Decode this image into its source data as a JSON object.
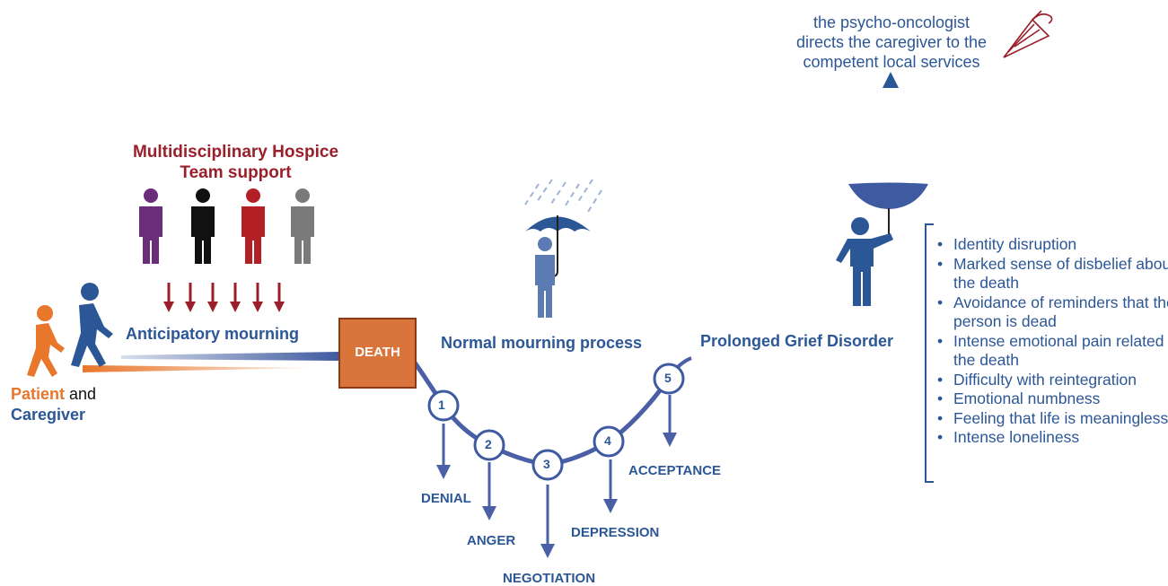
{
  "team_title": "Multidisciplinary Hospice Team support",
  "team_title_line1": "Multidisciplinary Hospice",
  "team_title_line2": "Team support",
  "anticipatory": "Anticipatory mourning",
  "patient": "Patient",
  "and_word": "and",
  "caregiver": "Caregiver",
  "death": "DEATH",
  "normal": "Normal mourning process",
  "prolonged": "Prolonged Grief Disorder",
  "stages": [
    {
      "num": "1",
      "label": "DENIAL"
    },
    {
      "num": "2",
      "label": "ANGER"
    },
    {
      "num": "3",
      "label": "NEGOTIATION"
    },
    {
      "num": "4",
      "label": "DEPRESSION"
    },
    {
      "num": "5",
      "label": "ACCEPTANCE"
    }
  ],
  "pgd_symptoms": [
    "Identity disruption",
    "Marked sense of disbelief about the death",
    "Avoidance of reminders that the person is dead",
    "Intense emotional pain related to the death",
    "Difficulty with reintegration",
    "Emotional numbness",
    "Feeling that life is meaningless",
    "Intense loneliness"
  ],
  "note": "the psycho-oncologist directs the caregiver to the competent local services",
  "colors": {
    "blue": "#2c5796",
    "curve": "#4a5fa6",
    "red": "#9a1f2b",
    "orange": "#e8762b",
    "death_box": "#d9753a",
    "purple": "#6b2d7a",
    "black": "#111111",
    "crimson": "#b21f24",
    "gray": "#7a7a7a"
  }
}
